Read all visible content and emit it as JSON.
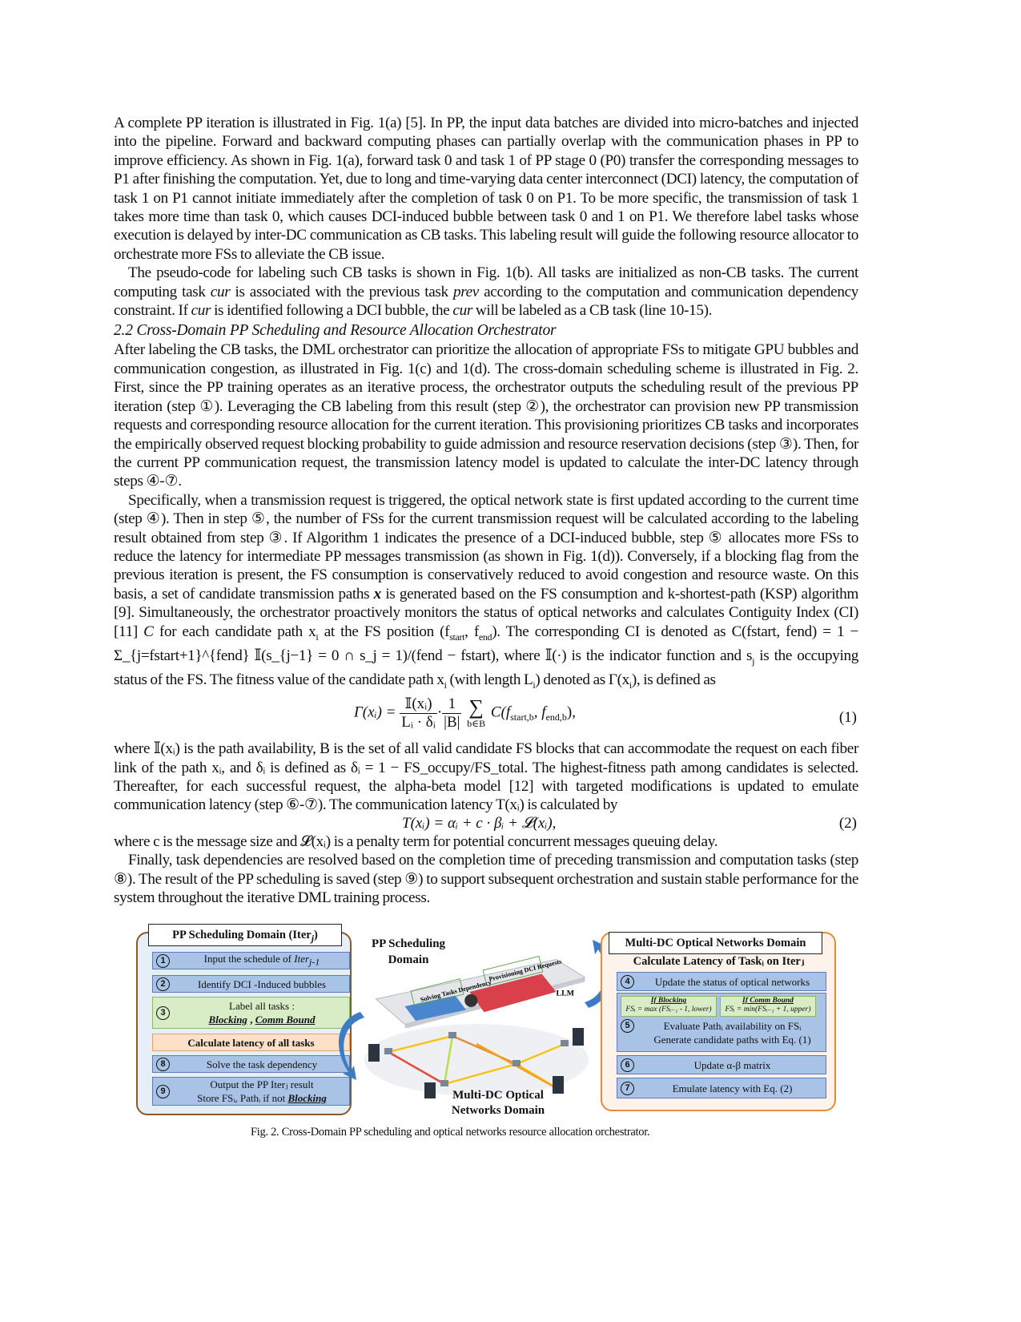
{
  "body": {
    "paragraph_1": "A complete PP iteration is illustrated in Fig. 1(a) [5]. In PP, the input data batches are divided into micro-batches and injected into the pipeline. Forward and backward computing phases can partially overlap with the communication phases in PP to improve efficiency. As shown in Fig. 1(a), forward task 0 and task 1 of PP stage 0 (P0) transfer the corresponding messages to P1 after finishing the computation. Yet, due to long and time-varying data center interconnect (DCI) latency, the computation of task 1 on P1 cannot initiate immediately after the completion of task 0 on P1. To be more specific, the transmission of task 1 takes more time than task 0, which causes DCI-induced bubble between task 0 and 1 on P1. We therefore label tasks whose execution is delayed by inter-DC communication as CB tasks. This labeling result will guide the following resource allocator to orchestrate more FSs to alleviate the CB issue.",
    "paragraph_2": {
      "part1": "The pseudo-code for labeling such CB tasks is shown in Fig. 1(b). All tasks are initialized as non-CB tasks. The current computing task ",
      "cur1": "cur",
      "part2": " is associated with the previous task ",
      "prev": "prev",
      "part3": " according to the computation and communication dependency constraint. If ",
      "cur2": "cur",
      "part4": " is identified following a DCI bubble, the ",
      "cur3": "cur",
      "part5": " will be labeled as a CB task (line 10-15)."
    },
    "section_heading": "2.2 Cross-Domain PP Scheduling and Resource Allocation Orchestrator",
    "paragraph_3": "After labeling the CB tasks, the DML orchestrator can prioritize the allocation of appropriate FSs to mitigate GPU bubbles and communication congestion, as illustrated in Fig. 1(c) and 1(d). The cross-domain scheduling scheme is illustrated in Fig. 2. First, since the PP training operates as an iterative process, the orchestrator outputs the scheduling result of the previous PP iteration (step ①). Leveraging the CB labeling from this result (step ②), the orchestrator can provision new PP transmission requests and corresponding resource allocation for the current iteration. This provisioning prioritizes CB tasks and incorporates the empirically observed request blocking probability to guide admission and resource reservation decisions (step ③). Then, for the current PP communication request, the transmission latency model is updated to calculate the inter-DC latency through steps ④-⑦.",
    "paragraph_4": {
      "part1": "Specifically, when a transmission request is triggered, the optical network state is first updated according to the current time (step ④). Then in step ⑤, the number of FSs for the current transmission request will be calculated according to the labeling result obtained from step ③. If Algorithm 1 indicates the presence of a DCI-induced bubble, step ⑤ allocates more FSs to reduce the latency for intermediate PP messages transmission (as shown in Fig. 1(d)). Conversely, if a blocking flag from the previous iteration is present, the FS consumption is conservatively reduced to avoid congestion and resource waste. On this basis, a set of candidate transmission paths ",
      "x_bold": "x",
      "part2": " is generated based on the FS consumption and k-shortest-path (KSP) algorithm [9]. Simultaneously, the orchestrator proactively monitors the status of optical networks and calculates Contiguity Index (CI) [11] ",
      "C": "C",
      "part3": " for each candidate path x",
      "part4": " at the FS position (f",
      "part5": "). The corresponding CI is denoted as C(f",
      "ci_formula": "start, fend) = 1 − Σ_{j=fstart+1}^{fend} 𝕀(s_{j−1} = 0 ∩ s_j = 1)/(fend − fstart)",
      "part6": ", where 𝕀(·) is the indicator function and s",
      "part7": " is the occupying status of the FS. The fitness value of the candidate path x",
      "part8": " (with length L",
      "part9": ") denoted as Γ(x",
      "part10": "), is defined as"
    },
    "equation_1": {
      "lhs": "Γ(xᵢ) =",
      "frac1_num": "𝕀(xᵢ)",
      "frac1_den": "Lᵢ · δᵢ",
      "frac2_num": "1",
      "frac2_den": "|B|",
      "sum": "∑",
      "sum_sub": "b∈B",
      "rhs": "C(f",
      "rhs_sub1": "start,b",
      "rhs_mid": ", f",
      "rhs_sub2": "end,b",
      "rhs_end": "),",
      "number": "(1)"
    },
    "paragraph_5": "where 𝕀(xᵢ) is the path availability, B is the set of all valid candidate FS blocks that can accommodate the request on each fiber link of the path xᵢ, and δᵢ is defined as δᵢ = 1 − FS_occupy/FS_total. The highest-fitness path among candidates is selected. Thereafter, for each successful request, the alpha-beta model [12] with targeted modifications is updated to emulate communication latency (step ⑥-⑦). The communication latency T(xᵢ) is calculated by",
    "equation_2": {
      "text": "T(xᵢ) = αᵢ + c · βᵢ + 𝓛(xᵢ),",
      "number": "(2)"
    },
    "paragraph_6": "where c is the message size and 𝓛(xᵢ) is a penalty term for potential concurrent messages queuing delay.",
    "paragraph_7": "Finally, task dependencies are resolved based on the completion time of preceding transmission and computation tasks (step ⑧). The result of the PP scheduling is saved (step ⑨) to support subsequent orchestration and sustain stable performance for the system throughout the iterative DML training process."
  },
  "figure": {
    "left_panel": {
      "title": "PP Scheduling Domain (Iter",
      "title_sub": "j",
      "title_end": ")",
      "steps": [
        {
          "num": "1",
          "text": "Input the schedule of ",
          "italic": "Iter",
          "sub": "j-1"
        },
        {
          "num": "2",
          "text": "Identify DCI -Induced bubbles"
        },
        {
          "num": "3",
          "line1": "Label all tasks :",
          "label_a": "Blocking",
          "sep": " , ",
          "label_b": "Comm Bound"
        },
        {
          "num": "",
          "text": "Calculate latency of all tasks"
        },
        {
          "num": "8",
          "text": "Solve the task dependency"
        },
        {
          "num": "9",
          "line1": "Output the PP Iterⱼ result",
          "line2_a": "Store FSᵢ, Pathᵢ if not ",
          "line2_b": "Blocking"
        }
      ]
    },
    "center": {
      "top_title": "PP Scheduling Domain",
      "label_solving": "Solving Tasks Dependency",
      "label_provisioning": "Provisioning DCI Requests",
      "label_llm": "LLM",
      "bottom_title": "Multi-DC Optical Networks Domain"
    },
    "right_panel": {
      "title": "Multi-DC Optical Networks Domain",
      "subtitle": "Calculate Latency of Taskᵢ on Iterⱼ",
      "steps": [
        {
          "num": "4",
          "text": "Update the status of optical networks"
        },
        {
          "num": "5",
          "if_blocking_label": "If Blocking",
          "if_blocking_formula": "FSᵢ = max (FSᵢ₋₁ - 1, lower)",
          "if_comm_label": "If Comm Bound",
          "if_comm_formula": "FSᵢ = min(FSᵢ₋₁ + 1, upper)",
          "line1": "Evaluate Pathᵢ availability on FSᵢ",
          "line2": "Generate candidate paths with Eq. (1)"
        },
        {
          "num": "6",
          "text": "Update α-β matrix"
        },
        {
          "num": "7",
          "text": "Emulate latency with Eq. (2)"
        }
      ]
    },
    "caption": "Fig. 2. Cross-Domain PP scheduling and optical networks resource allocation orchestrator.",
    "colors": {
      "left_border": "#8b5a2b",
      "right_border": "#e68a3c",
      "step_blue": "#a9c3e6",
      "step_green": "#d8ecc6",
      "step_orange": "#fde0c8",
      "task_blue": "#4a86d0",
      "task_red": "#d9404a",
      "arrow_blue": "#3b7cc4"
    }
  }
}
